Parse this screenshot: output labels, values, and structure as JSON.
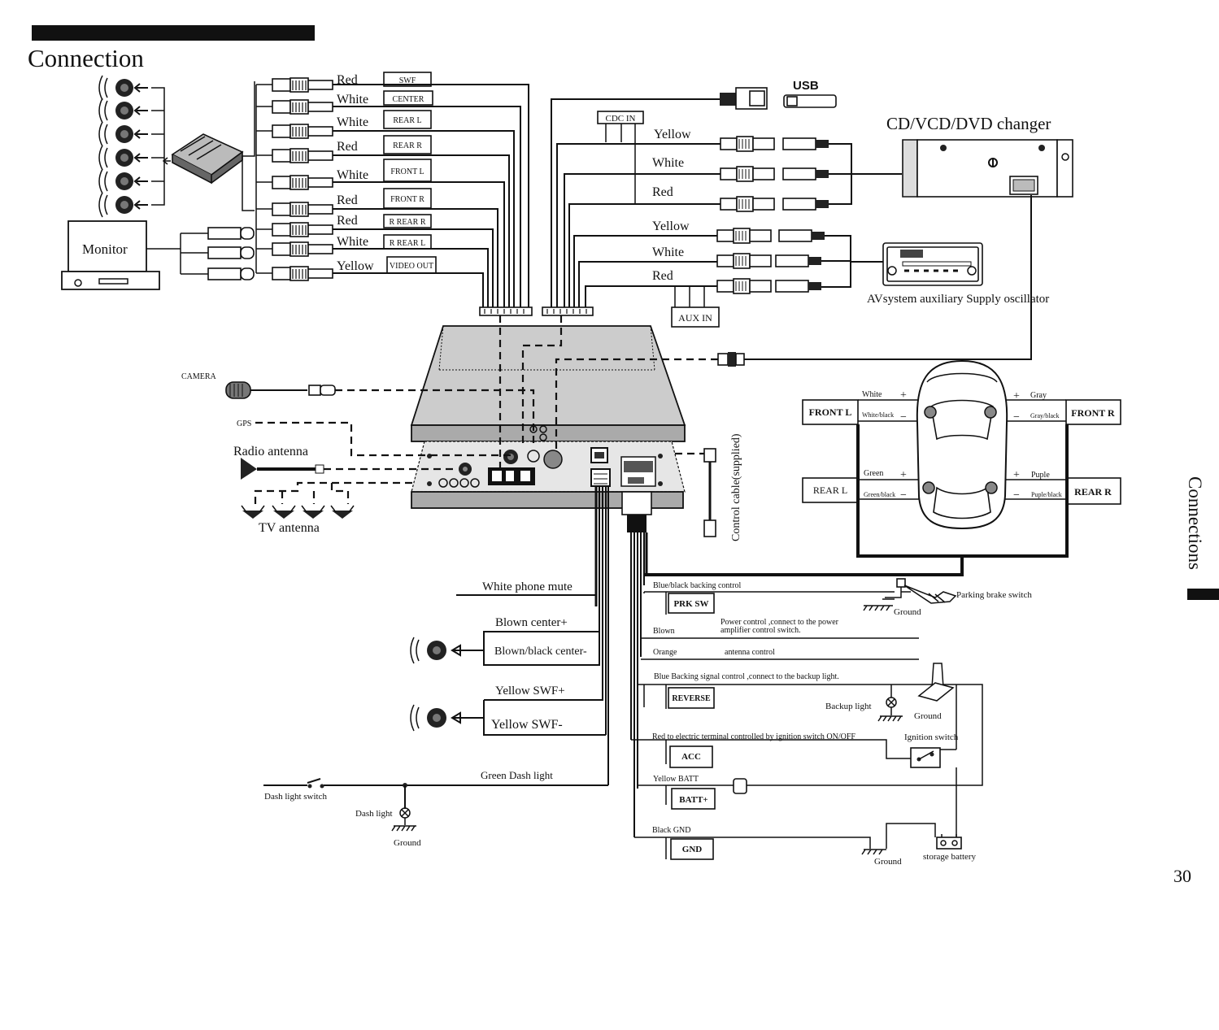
{
  "page": {
    "title": "Connection",
    "side_tab": "Connections",
    "page_number": "30"
  },
  "top_left": {
    "outputs": [
      {
        "color": "Red",
        "tag": "SWF"
      },
      {
        "color": "White",
        "tag": "CENTER"
      },
      {
        "color": "White",
        "tag": "REAR L"
      },
      {
        "color": "Red",
        "tag": "REAR R"
      },
      {
        "color": "White",
        "tag": "FRONT L"
      },
      {
        "color": "Red",
        "tag": "FRONT R"
      },
      {
        "color": "Red",
        "tag": "R REAR R"
      },
      {
        "color": "White",
        "tag": "R REAR L"
      },
      {
        "color": "Yellow",
        "tag": "VIDEO OUT"
      }
    ],
    "monitor_label": "Monitor"
  },
  "top_right": {
    "usb_label": "USB",
    "cdc_in_label": "CDC IN",
    "cdc_wires": [
      "Yellow",
      "White",
      "Red"
    ],
    "changer_label": "CD/VCD/DVD changer",
    "aux_wires": [
      "Yellow",
      "White",
      "Red"
    ],
    "aux_in_label": "AUX IN",
    "av_system_label": "AVsystem auxiliary Supply oscillator"
  },
  "left_inputs": {
    "camera": "CAMERA",
    "gps": "GPS",
    "radio": "Radio antenna",
    "tv": "TV antenna"
  },
  "control_cable": "Control cable(supplied)",
  "speakers": {
    "front_l": "FRONT L",
    "front_r": "FRONT R",
    "rear_l": "REAR L",
    "rear_r": "REAR R",
    "fl_pos": "White",
    "fl_neg": "White/black",
    "fr_pos": "Gray",
    "fr_neg": "Gray/black",
    "rl_pos": "Green",
    "rl_neg": "Green/black",
    "rr_pos": "Puple",
    "rr_neg": "Puple/black",
    "plus": "+",
    "minus": "−"
  },
  "left_wires": {
    "phone_mute": "White phone mute",
    "center_pos": "Blown center+",
    "center_neg": "Blown/black center-",
    "swf_pos": "Yellow   SWF+",
    "swf_neg": "Yellow    SWF-",
    "dash_wire": "Green      Dash light",
    "dash_switch": "Dash light switch",
    "dash_light": "Dash light",
    "ground": "Ground"
  },
  "right_wires": {
    "prk_wire": "Blue/black  backing control",
    "prk_box": "PRK SW",
    "parking_brake": "Parking brake switch",
    "ground": "Ground",
    "blown_wire": "Blown",
    "power_control_1": "Power   control ,connect  to the power",
    "power_control_2": "amplifier  control switch.",
    "orange_wire": "Orange",
    "antenna_control": "antenna control",
    "blue_wire": "Blue   Backing signal  control ,connect to the backup light.",
    "reverse_box": "REVERSE",
    "backup_light": "Backup light",
    "red_wire": "Red    to electric  terminal controlled by ignition switch  ON/OFF",
    "ignition_switch": "Ignition switch",
    "acc_box": "ACC",
    "batt_wire": "Yellow BATT",
    "batt_box": "BATT+",
    "gnd_wire": "Black   GND",
    "gnd_box": "GND",
    "storage_battery": "storage battery"
  }
}
